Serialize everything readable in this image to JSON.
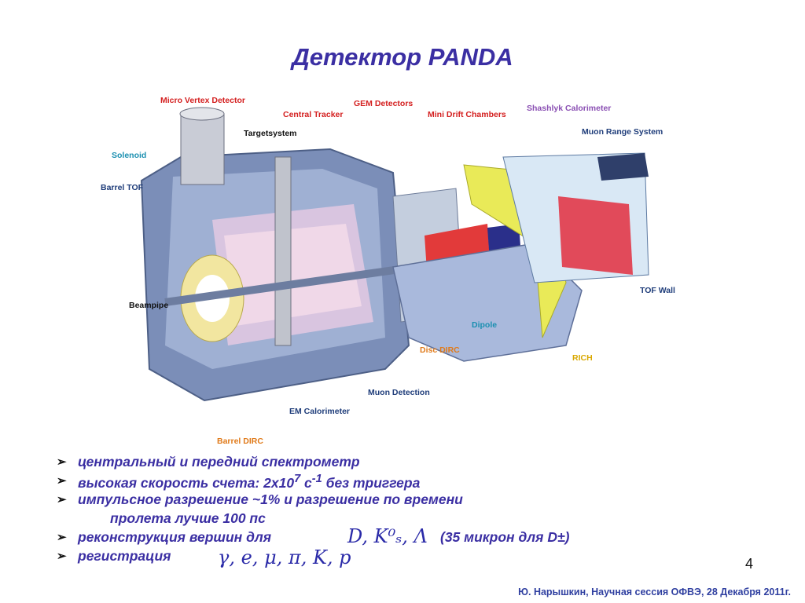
{
  "title": "Детектор PANDA",
  "figure_labels": {
    "micro_vertex": "Micro Vertex Detector",
    "central_tracker": "Central Tracker",
    "gem": "GEM Detectors",
    "mini_drift": "Mini Drift Chambers",
    "shashlyk": "Shashlyk Calorimeter",
    "muon_range": "Muon Range System",
    "targetsystem": "Targetsystem",
    "solenoid": "Solenoid",
    "barrel_tof": "Barrel TOF",
    "beampipe": "Beampipe",
    "tof_wall": "TOF Wall",
    "dipole": "Dipole",
    "disc_dirc": "Disc DIRC",
    "rich": "RICH",
    "muon_detection": "Muon Detection",
    "em_calorimeter": "EM Calorimeter",
    "barrel_dirc": "Barrel DIRC"
  },
  "bullets": {
    "b1": "центральный и передний спектрометр",
    "b2_pre": "высокая скорость счета: 2х10",
    "b2_exp": "7",
    "b2_mid": " с",
    "b2_exp2": "-1",
    "b2_post": " без триггера",
    "b3": "импульсное разрешение ~1% и разрешение по времени",
    "b3_cont": "пролета лучше 100 пс",
    "b4": "реконструкция вершин для",
    "b4_math": "D, K⁰ₛ, Λ",
    "b4_note": "(35 микрон для D±)",
    "b5": "регистрация",
    "b5_math": "γ, e, μ, π, K, p"
  },
  "marker": "➢",
  "page_number": "4",
  "footer": "Ю. Нарышкин, Научная сессия ОФВЭ, 28  Декабря 2011г."
}
